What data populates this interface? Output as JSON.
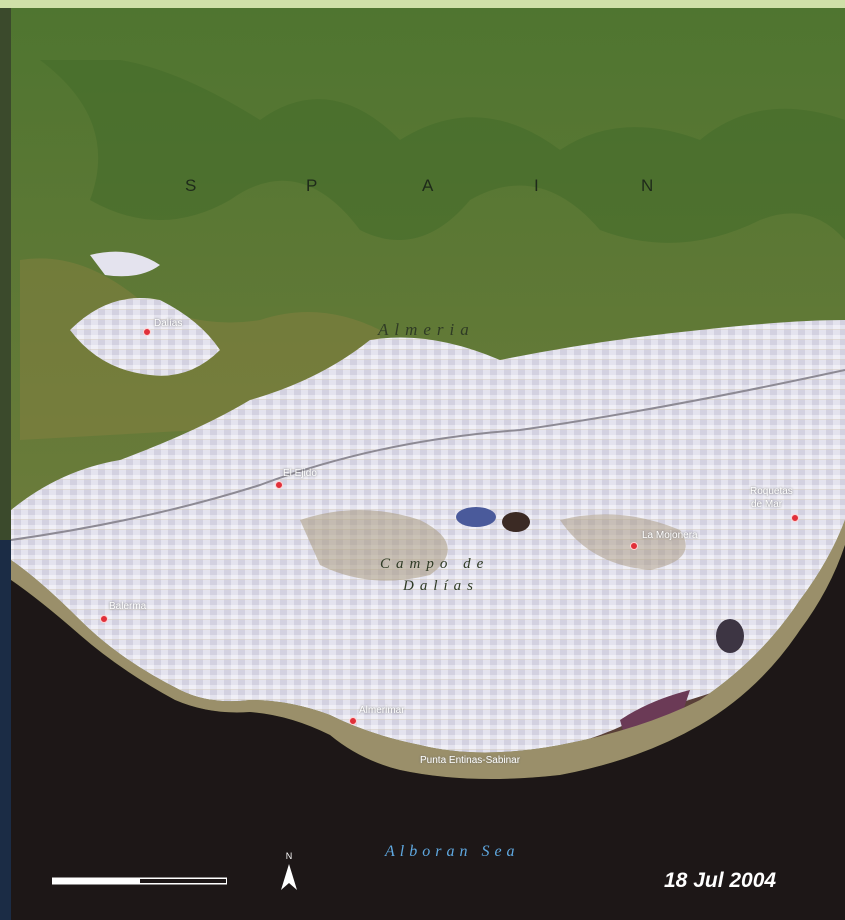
{
  "map": {
    "country_letters": [
      "S",
      "P",
      "A",
      "I",
      "N"
    ],
    "region_label": "Almeria",
    "plain_label_line1": "Campo de",
    "plain_label_line2": "Dalías",
    "sea_label": "Alboran Sea",
    "date": "18 Jul 2004",
    "places": {
      "dalias": "Dalías",
      "el_ejido": "El Ejido",
      "roquetas_line1": "Roquetas",
      "roquetas_line2": "de Mar",
      "la_mojonera": "La Mojonera",
      "balerma": "Balerma",
      "almerimar": "Almerimar",
      "salinas": "Punta Entinas-Sabinar"
    },
    "north_label": "N",
    "colors": {
      "sea": "#1d1717",
      "mountains": "#5e7b35",
      "greenhouses": "#e6e6f0",
      "frame": "#cfe0a8",
      "town_marker": "#e0303a"
    }
  }
}
